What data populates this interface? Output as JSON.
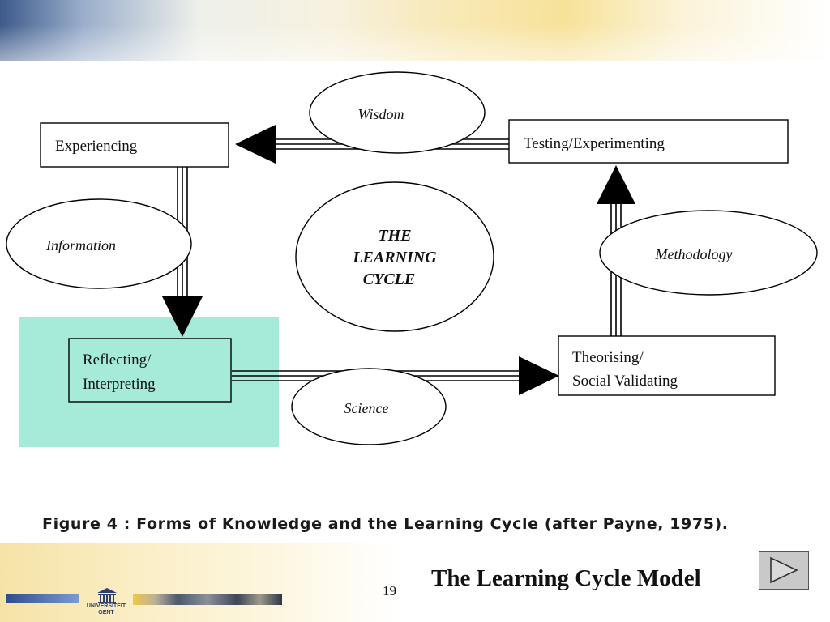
{
  "diagram": {
    "boxes": {
      "experiencing": "Experiencing",
      "testing": "Testing/Experimenting",
      "reflecting_line1": "Reflecting/",
      "reflecting_line2": "Interpreting",
      "theorising_line1": "Theorising/",
      "theorising_line2": "Social Validating"
    },
    "ellipses": {
      "wisdom": "Wisdom",
      "information": "Information",
      "methodology": "Methodology",
      "science": "Science"
    },
    "center": {
      "line1": "THE",
      "line2": "LEARNING",
      "line3": "CYCLE"
    },
    "highlight_color": "#a6ebd9"
  },
  "caption": "Figure 4 : Forms of Knowledge and the Learning Cycle (after Payne, 1975).",
  "footer": {
    "page_number": "19",
    "title": "The Learning Cycle Model",
    "logo_line1": "UNIVERSITEIT",
    "logo_line2": "GENT",
    "next_icon": "play-triangle-icon"
  }
}
